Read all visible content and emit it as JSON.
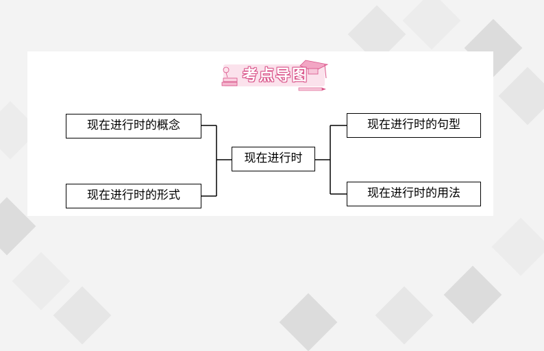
{
  "header": {
    "title": "考点导图"
  },
  "diagram": {
    "center": "现在进行时",
    "left": [
      "现在进行时的概念",
      "现在进行时的形式"
    ],
    "right": [
      "现在进行时的句型",
      "现在进行时的用法"
    ]
  },
  "colors": {
    "accent_pink": "#d84f86",
    "header_bg": "#fbe2ec",
    "box_border": "#000000"
  }
}
